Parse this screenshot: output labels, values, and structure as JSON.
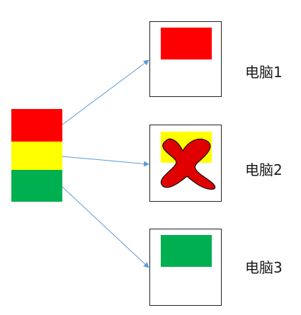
{
  "source": {
    "stack": [
      {
        "name": "red",
        "color": "#ff0000"
      },
      {
        "name": "yellow",
        "color": "#ffff00"
      },
      {
        "name": "green",
        "color": "#00b050"
      }
    ]
  },
  "targets": [
    {
      "label": "电脑1",
      "shown_color": "#ff0000",
      "rejected": false
    },
    {
      "label": "电脑2",
      "shown_color": "#ffff00",
      "rejected": true,
      "mark_icon": "red-x-mark-icon",
      "mark_color": "#e00000"
    },
    {
      "label": "电脑3",
      "shown_color": "#00b050",
      "rejected": false
    }
  ],
  "arrow_color": "#5b9bd5"
}
